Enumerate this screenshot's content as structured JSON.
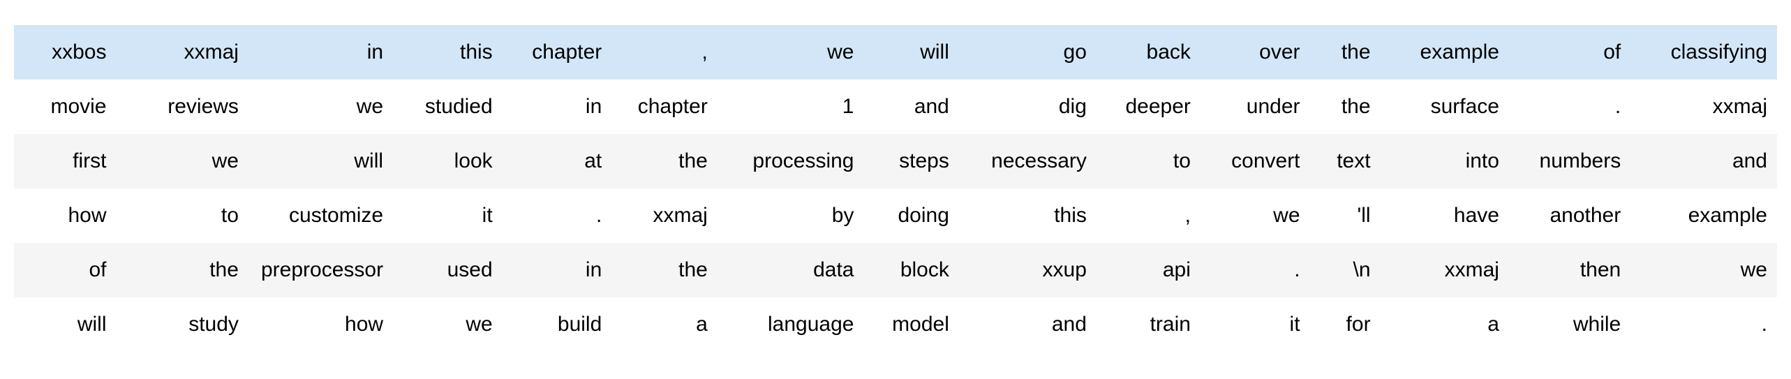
{
  "colors": {
    "highlight_row": "#d3e6f7",
    "stripe_row": "#f5f5f5",
    "default_row": "#ffffff",
    "text": "#000000"
  },
  "table": {
    "columns": 15,
    "rows": [
      {
        "highlighted": true,
        "tokens": [
          "xxbos",
          "xxmaj",
          "in",
          "this",
          "chapter",
          ",",
          "we",
          "will",
          "go",
          "back",
          "over",
          "the",
          "example",
          "of",
          "classifying"
        ]
      },
      {
        "highlighted": false,
        "tokens": [
          "movie",
          "reviews",
          "we",
          "studied",
          "in",
          "chapter",
          "1",
          "and",
          "dig",
          "deeper",
          "under",
          "the",
          "surface",
          ".",
          "xxmaj"
        ]
      },
      {
        "highlighted": false,
        "tokens": [
          "first",
          "we",
          "will",
          "look",
          "at",
          "the",
          "processing",
          "steps",
          "necessary",
          "to",
          "convert",
          "text",
          "into",
          "numbers",
          "and"
        ]
      },
      {
        "highlighted": false,
        "tokens": [
          "how",
          "to",
          "customize",
          "it",
          ".",
          "xxmaj",
          "by",
          "doing",
          "this",
          ",",
          "we",
          "'ll",
          "have",
          "another",
          "example"
        ]
      },
      {
        "highlighted": false,
        "tokens": [
          "of",
          "the",
          "preprocessor",
          "used",
          "in",
          "the",
          "data",
          "block",
          "xxup",
          "api",
          ".",
          "\\n",
          "xxmaj",
          "then",
          "we"
        ]
      },
      {
        "highlighted": false,
        "tokens": [
          "will",
          "study",
          "how",
          "we",
          "build",
          "a",
          "language",
          "model",
          "and",
          "train",
          "it",
          "for",
          "a",
          "while",
          "."
        ]
      }
    ]
  }
}
